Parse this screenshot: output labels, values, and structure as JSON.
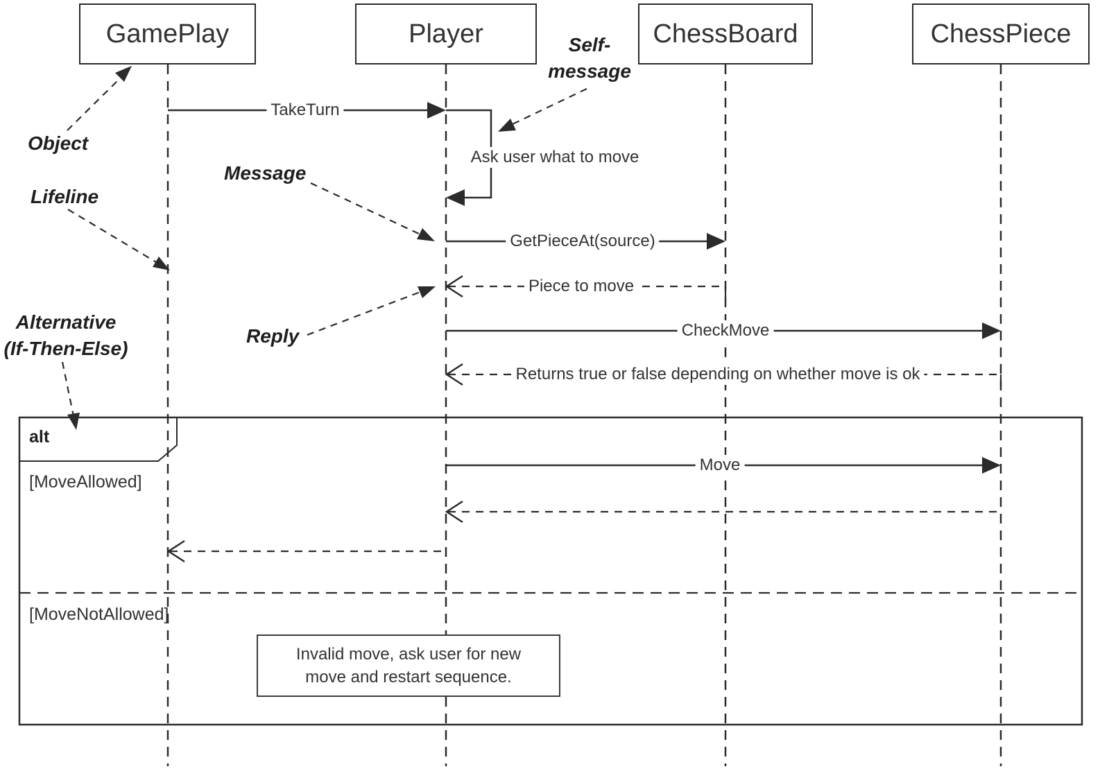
{
  "objects": [
    {
      "name": "GamePlay"
    },
    {
      "name": "Player"
    },
    {
      "name": "ChessBoard"
    },
    {
      "name": "ChessPiece"
    }
  ],
  "messages": {
    "take_turn": "TakeTurn",
    "self_message_text": "Ask user what to move",
    "get_piece_at": "GetPieceAt(source)",
    "piece_to_move": "Piece to move",
    "check_move": "CheckMove",
    "returns_true_or_false": "Returns true or false depending on whether move is ok",
    "move": "Move"
  },
  "alt": {
    "operator": "alt",
    "guard_allowed": "[MoveAllowed]",
    "guard_not_allowed": "[MoveNotAllowed]",
    "note_line1": "Invalid move, ask user for new",
    "note_line2": "move and restart sequence."
  },
  "annotations": {
    "object": "Object",
    "lifeline": "Lifeline",
    "message": "Message",
    "self_message_line1": "Self-",
    "self_message_line2": "message",
    "reply": "Reply",
    "alternative_line1": "Alternative",
    "alternative_line2": "(If-Then-Else)"
  },
  "colors": {
    "ink": "#2b2b2b",
    "text": "#333333",
    "background": "#ffffff"
  }
}
